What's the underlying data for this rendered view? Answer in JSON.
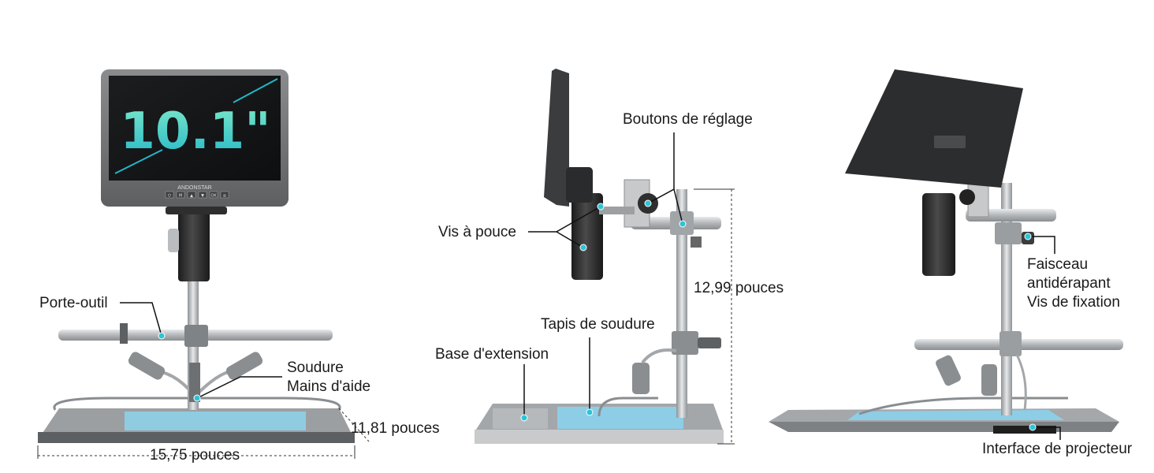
{
  "views": {
    "front": {
      "screen_size": "10.1\"",
      "brand": "ANDONSTAR",
      "buttons": [
        "⏻",
        "M",
        "▲",
        "▼",
        "OK",
        "◎"
      ],
      "labels": {
        "tool_holder": "Porte-outil",
        "helping_hands_1": "Soudure",
        "helping_hands_2": "Mains d'aide",
        "depth": "11,81 pouces",
        "width": "15,75 pouces"
      }
    },
    "side": {
      "labels": {
        "adjust_buttons": "Boutons de réglage",
        "thumb_screw": "Vis à pouce",
        "height": "12,99 pouces",
        "solder_mat": "Tapis de soudure",
        "extension_base": "Base d'extension"
      }
    },
    "back": {
      "labels": {
        "anti_slip_1": "Faisceau",
        "anti_slip_2": "antidérapant",
        "anti_slip_3": "Vis de fixation",
        "projector_interface": "Interface de projecteur"
      }
    }
  },
  "colors": {
    "callout_dot": "#2ec4d6",
    "screen_text_top": "#7de8c8",
    "screen_text_bottom": "#23b7c9",
    "mat": "#8ecde6",
    "metal": "#b9bdc0",
    "dark": "#2a2a2a"
  }
}
